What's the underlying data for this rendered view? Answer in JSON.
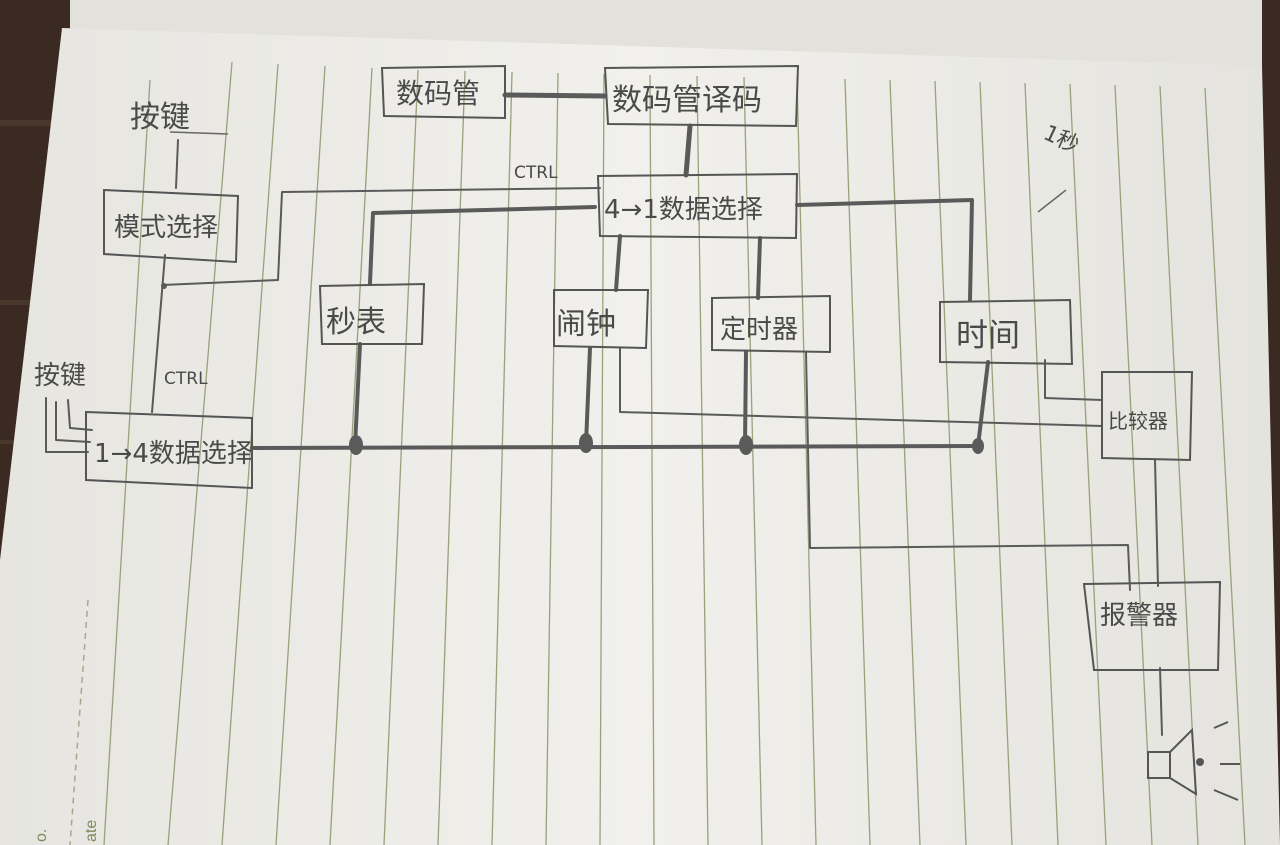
{
  "diagram": {
    "labels": {
      "segment_display": "数码管",
      "segment_decoder": "数码管译码",
      "data_select_top": "4→1数据选择",
      "mode_select": "模式选择",
      "data_select_bottom": "1→4数据选择",
      "stopwatch": "秒表",
      "alarm": "闹钟",
      "timer": "定时器",
      "time": "时间",
      "comparator": "比较器",
      "alarm_buzzer": "报警器",
      "key_top": "按键",
      "key_left": "按键",
      "ctrl_top": "CTRL",
      "ctrl_left": "CTRL",
      "one_second": "1秒"
    },
    "icons": {
      "speaker": "speaker-icon"
    }
  },
  "notebook": {
    "margin_no": "o.",
    "margin_date": "ate"
  },
  "colors": {
    "paper": "#efeeea",
    "rule_line": "#8f9a6e",
    "pencil": "#555555"
  }
}
